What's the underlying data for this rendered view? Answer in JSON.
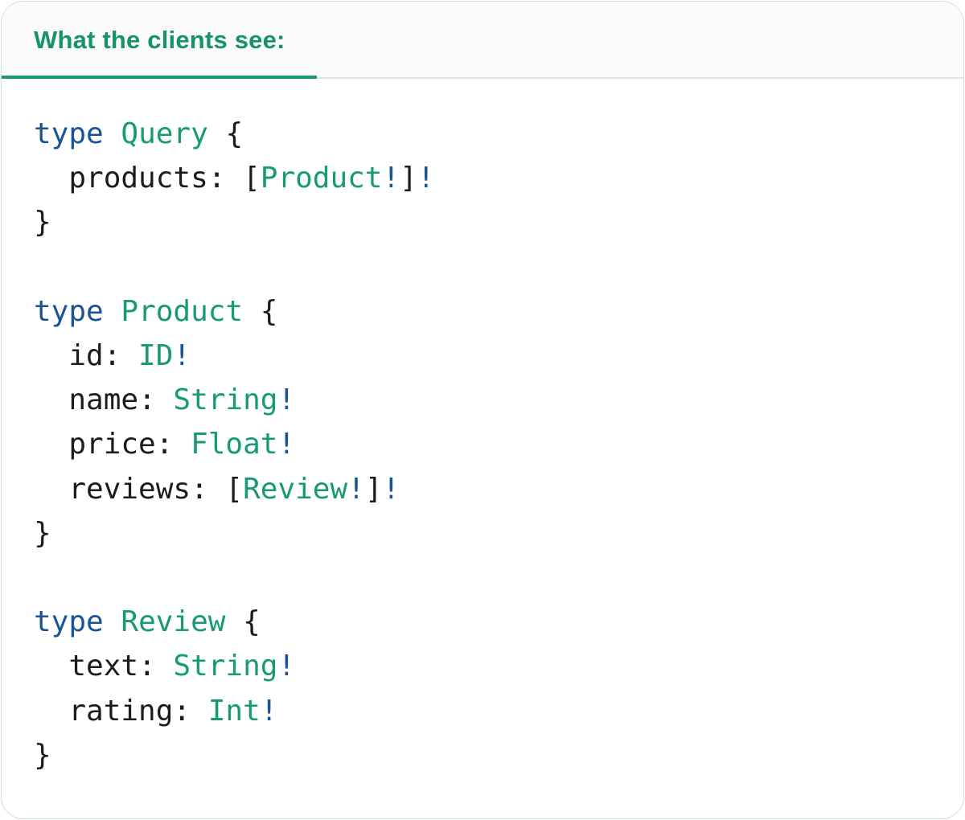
{
  "colors": {
    "teal": "#189b75",
    "teal-header": "#18926e",
    "blue": "#1a5494",
    "code-text": "#1c1c1c",
    "divider": "#e4e4e6",
    "tab-bg": "#fbfbfb",
    "card-border": "#cde3d4"
  },
  "tab": {
    "label": "What the clients see:"
  },
  "code": {
    "language": "graphql",
    "lines": [
      [
        [
          "kw",
          "type"
        ],
        [
          "plain",
          " "
        ],
        [
          "type",
          "Query"
        ],
        [
          "plain",
          " {"
        ]
      ],
      [
        [
          "plain",
          "  products: ["
        ],
        [
          "type",
          "Product"
        ],
        [
          "bang",
          "!"
        ],
        [
          "plain",
          "]"
        ],
        [
          "bang",
          "!"
        ]
      ],
      [
        [
          "plain",
          "}"
        ]
      ],
      [],
      [
        [
          "kw",
          "type"
        ],
        [
          "plain",
          " "
        ],
        [
          "type",
          "Product"
        ],
        [
          "plain",
          " {"
        ]
      ],
      [
        [
          "plain",
          "  id: "
        ],
        [
          "type",
          "ID"
        ],
        [
          "bang",
          "!"
        ]
      ],
      [
        [
          "plain",
          "  name: "
        ],
        [
          "type",
          "String"
        ],
        [
          "bang",
          "!"
        ]
      ],
      [
        [
          "plain",
          "  price: "
        ],
        [
          "type",
          "Float"
        ],
        [
          "bang",
          "!"
        ]
      ],
      [
        [
          "plain",
          "  reviews: ["
        ],
        [
          "type",
          "Review"
        ],
        [
          "bang",
          "!"
        ],
        [
          "plain",
          "]"
        ],
        [
          "bang",
          "!"
        ]
      ],
      [
        [
          "plain",
          "}"
        ]
      ],
      [],
      [
        [
          "kw",
          "type"
        ],
        [
          "plain",
          " "
        ],
        [
          "type",
          "Review"
        ],
        [
          "plain",
          " {"
        ]
      ],
      [
        [
          "plain",
          "  text: "
        ],
        [
          "type",
          "String"
        ],
        [
          "bang",
          "!"
        ]
      ],
      [
        [
          "plain",
          "  rating: "
        ],
        [
          "type",
          "Int"
        ],
        [
          "bang",
          "!"
        ]
      ],
      [
        [
          "plain",
          "}"
        ]
      ]
    ]
  }
}
